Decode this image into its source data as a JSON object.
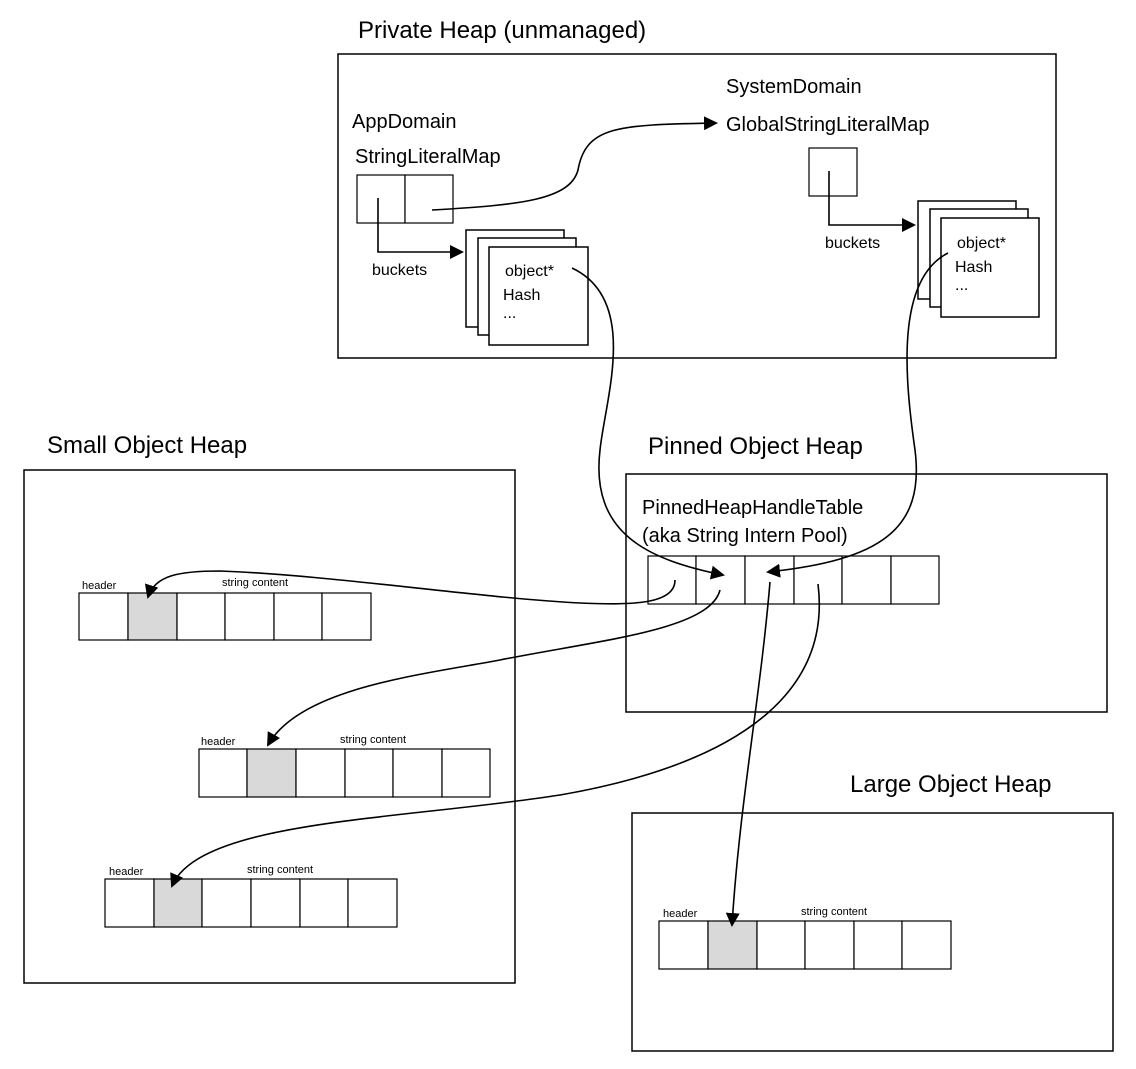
{
  "heaps": {
    "private": "Private Heap (unmanaged)",
    "small": "Small Object Heap",
    "pinned": "Pinned Object Heap",
    "large": "Large Object Heap"
  },
  "app_domain": {
    "title": "AppDomain",
    "map": "StringLiteralMap",
    "buckets": "buckets",
    "entry_lines": [
      "object*",
      "Hash",
      "..."
    ]
  },
  "system_domain": {
    "title": "SystemDomain",
    "map": "GlobalStringLiteralMap",
    "buckets": "buckets",
    "entry_lines": [
      "object*",
      "Hash",
      "..."
    ]
  },
  "handle_table": {
    "line1": "PinnedHeapHandleTable",
    "line2": "(aka String Intern Pool)"
  },
  "string_object": {
    "header": "header",
    "content": "string content"
  }
}
